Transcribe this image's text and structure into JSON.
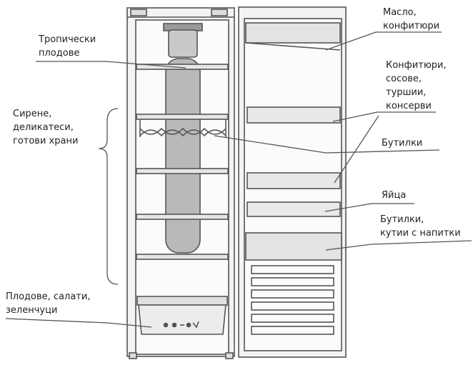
{
  "labels": {
    "tropical_fruit": [
      "Тропически",
      "плодове"
    ],
    "cheese_deli": [
      "Сирене,",
      "деликатеси,",
      "готови храни"
    ],
    "fruit_veg": [
      "Плодове, салати,",
      "зеленчуци"
    ],
    "butter_jam": [
      "Масло,",
      "конфитюри"
    ],
    "jams_sauces": [
      "Конфитюри,",
      "сосове,",
      "туршии,",
      "консерви"
    ],
    "bottles": [
      "Бутилки"
    ],
    "eggs": [
      "Яйца"
    ],
    "bottles_drinks": [
      "Бутилки,",
      "кутии с напитки"
    ]
  },
  "colors": {
    "line": "#555555",
    "cabinet_fill": "#f3f3f3",
    "shelf_fill": "#e6e6e6",
    "airduct_fill": "#b9b9b9"
  }
}
